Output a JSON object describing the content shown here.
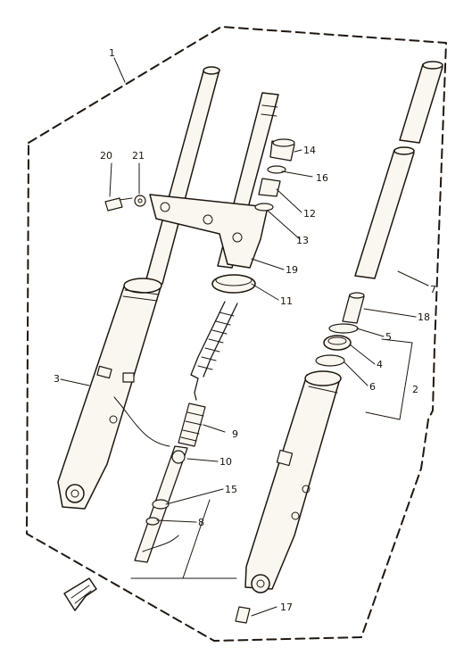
{
  "diagram": {
    "callouts": [
      {
        "id": "1",
        "text": "1"
      },
      {
        "id": "2",
        "text": "2"
      },
      {
        "id": "3",
        "text": "3"
      },
      {
        "id": "4",
        "text": "4"
      },
      {
        "id": "5",
        "text": "5"
      },
      {
        "id": "6",
        "text": "6"
      },
      {
        "id": "7",
        "text": "7"
      },
      {
        "id": "8",
        "text": "8"
      },
      {
        "id": "9",
        "text": "9"
      },
      {
        "id": "10",
        "text": "10"
      },
      {
        "id": "11",
        "text": "11"
      },
      {
        "id": "12",
        "text": "12"
      },
      {
        "id": "13",
        "text": "13"
      },
      {
        "id": "14",
        "text": "14"
      },
      {
        "id": "15",
        "text": "15"
      },
      {
        "id": "16",
        "text": "16"
      },
      {
        "id": "17",
        "text": "17"
      },
      {
        "id": "18",
        "text": "18"
      },
      {
        "id": "19",
        "text": "19"
      },
      {
        "id": "20",
        "text": "20"
      },
      {
        "id": "21",
        "text": "21"
      }
    ]
  },
  "colors": {
    "ink": "#1f1710",
    "paper": "#ffffff"
  },
  "icons": [
    "front-arrow-icon"
  ]
}
